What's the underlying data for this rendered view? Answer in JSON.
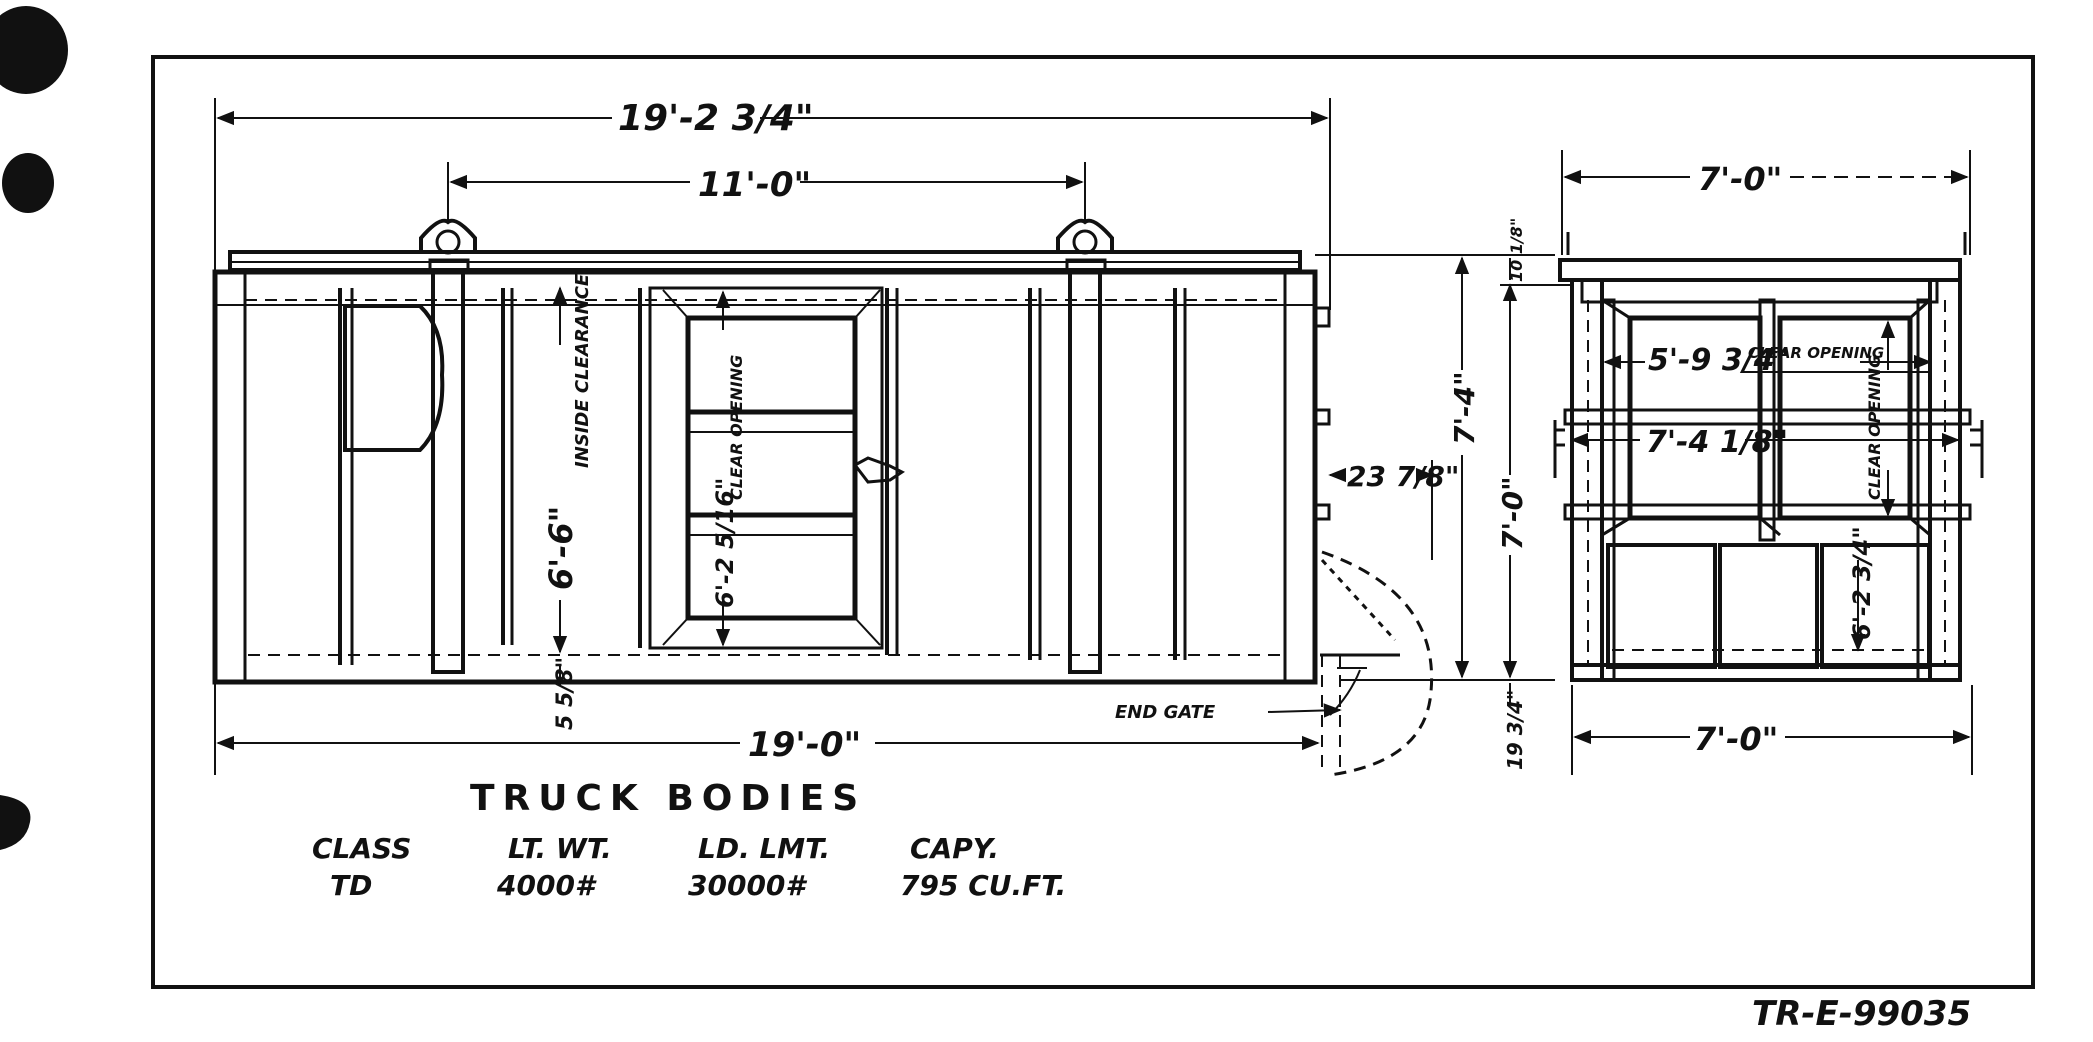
{
  "title": "TRUCK BODIES",
  "drawing_number": "TR-E-99035",
  "specs": {
    "headers": [
      "CLASS",
      "LT. WT.",
      "LD. LMT.",
      "CAPY."
    ],
    "values": [
      "TD",
      "4000#",
      "30000#",
      "795 CU.FT."
    ]
  },
  "side_view": {
    "overall_length": "19'-2 3/4\"",
    "lift_spacing": "11'-0\"",
    "base_length": "19'-0\"",
    "inside_clearance_value": "6'-6\"",
    "inside_clearance_label": "INSIDE CLEARANCE",
    "door_height": "6'-2 5/16\"",
    "door_label": "CLEAR OPENING",
    "gate_offset": "23 7/8\"",
    "bottom_offset": "5 5/8\"",
    "end_gate_label": "END GATE",
    "overall_height": "7'-4\"",
    "body_height": "7'-0\"",
    "top_offset": "10 1/8\"",
    "gate_drop": "19 3/4\""
  },
  "end_view": {
    "top_width": "7'-0\"",
    "bottom_width": "7'-0\"",
    "clear_width": "5'-9 3/4\"",
    "clear_width_label": "CLEAR OPENING",
    "mid_width": "7'-4 1/8\"",
    "clear_height": "6'-2 3/4\"",
    "clear_height_label": "CLEAR OPENING"
  }
}
